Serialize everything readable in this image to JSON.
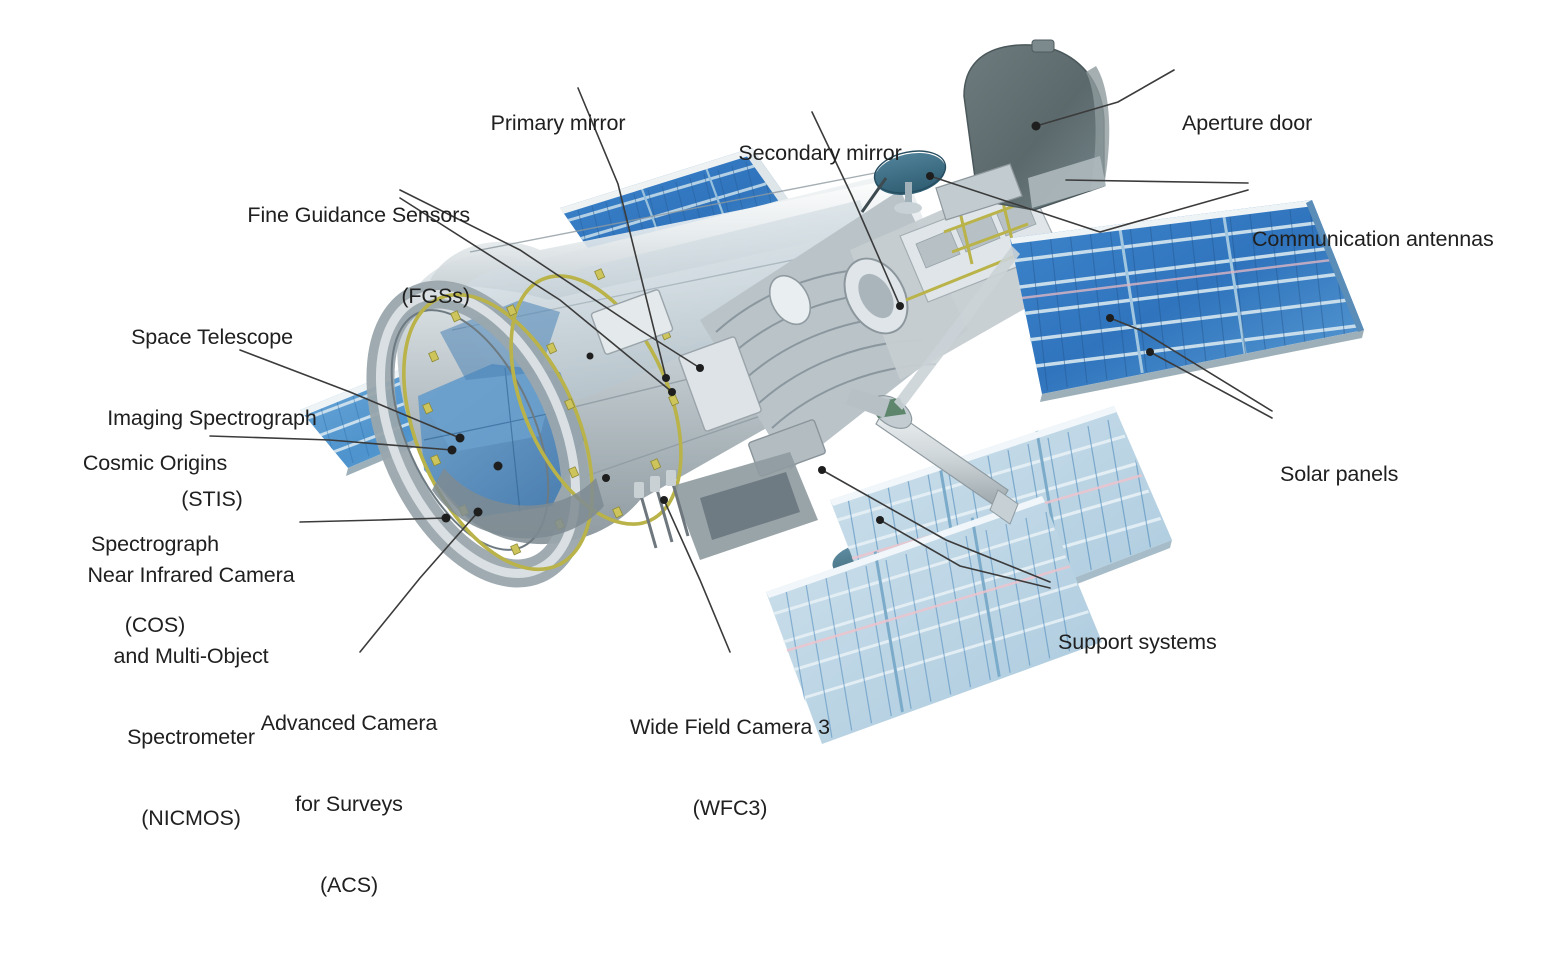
{
  "diagram": {
    "subject": "Hubble Space Telescope cutaway",
    "background_color": "#ffffff",
    "label_text_color": "#202020",
    "leader_line_color": "#3b3b3b",
    "palette": {
      "solar_panel_blue": "#2f78c4",
      "solar_panel_light_blue": "#8fc2e4",
      "solar_panel_pale": "#bcd9e8",
      "body_grey": "#c9cfd3",
      "body_light": "#e9edef",
      "body_dark": "#7e8a90",
      "instrument_blue": "#5b93c6",
      "aperture_door_grey": "#5e6d70",
      "antenna_teal": "#3f6f85",
      "truss_yellow": "#b8b24a"
    }
  },
  "labels": [
    {
      "id": "primary-mirror",
      "lines": [
        "Primary mirror"
      ]
    },
    {
      "id": "secondary-mirror",
      "lines": [
        "Secondary mirror"
      ]
    },
    {
      "id": "aperture-door",
      "lines": [
        "Aperture door"
      ]
    },
    {
      "id": "communication-antennas",
      "lines": [
        "Communication antennas"
      ]
    },
    {
      "id": "solar-panels",
      "lines": [
        "Solar panels"
      ]
    },
    {
      "id": "support-systems",
      "lines": [
        "Support systems"
      ]
    },
    {
      "id": "fine-guidance-sensors",
      "lines": [
        "Fine Guidance Sensors",
        "(FGSs)"
      ]
    },
    {
      "id": "stis",
      "lines": [
        "Space Telescope",
        "Imaging Spectrograph",
        "(STIS)"
      ]
    },
    {
      "id": "cos",
      "lines": [
        "Cosmic Origins",
        "Spectrograph",
        "(COS)"
      ]
    },
    {
      "id": "nicmos",
      "lines": [
        "Near Infrared Camera",
        "and Multi-Object",
        "Spectrometer",
        "(NICMOS)"
      ]
    },
    {
      "id": "acs",
      "lines": [
        "Advanced Camera",
        "for Surveys",
        "(ACS)"
      ]
    },
    {
      "id": "wfc3",
      "lines": [
        "Wide Field Camera 3",
        "(WFC3)"
      ]
    }
  ],
  "label_text": {
    "primary_mirror": "Primary mirror",
    "secondary_mirror": "Secondary mirror",
    "aperture_door": "Aperture door",
    "communication_antennas": "Communication antennas",
    "solar_panels": "Solar panels",
    "support_systems": "Support systems",
    "fgs_line1": "Fine Guidance Sensors",
    "fgs_line2": "(FGSs)",
    "stis_line1": "Space Telescope",
    "stis_line2": "Imaging Spectrograph",
    "stis_line3": "(STIS)",
    "cos_line1": "Cosmic Origins",
    "cos_line2": "Spectrograph",
    "cos_line3": "(COS)",
    "nicmos_line1": "Near Infrared Camera",
    "nicmos_line2": "and Multi-Object",
    "nicmos_line3": "Spectrometer",
    "nicmos_line4": "(NICMOS)",
    "acs_line1": "Advanced Camera",
    "acs_line2": "for Surveys",
    "acs_line3": "(ACS)",
    "wfc3_line1": "Wide Field Camera 3",
    "wfc3_line2": "(WFC3)"
  }
}
